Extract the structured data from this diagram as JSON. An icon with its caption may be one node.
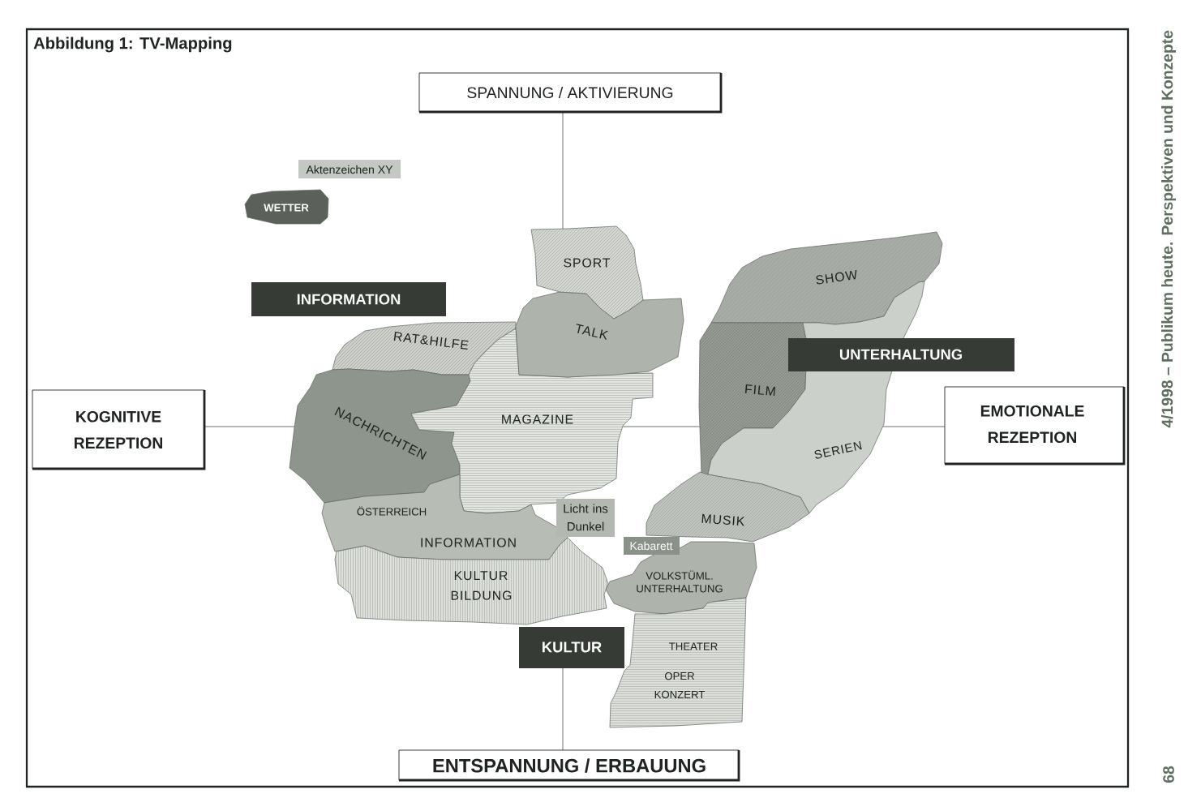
{
  "diagram": {
    "title": "Abbildung 1: TV-Mapping",
    "nodes": [
      {
        "text": [
          "SPANNUNG / AKTIVIERUNG"
        ]
      },
      {
        "text": [
          "Aktenzeichen XY"
        ]
      },
      {
        "text": [
          "WETTER"
        ]
      },
      {
        "text": [
          "SPORT"
        ]
      },
      {
        "text": [
          "SHOW"
        ]
      },
      {
        "text": [
          "INFORMATION"
        ]
      },
      {
        "text": [
          "TALK"
        ]
      },
      {
        "text": [
          "RAT&HILFE"
        ]
      },
      {
        "text": [
          "UNTERHALTUNG"
        ]
      },
      {
        "text": [
          "FILM"
        ]
      },
      {
        "text": [
          "KOGNITIVE REZEPTION"
        ]
      },
      {
        "text": [
          "NACHRICHTEN"
        ]
      },
      {
        "text": [
          "MAGAZINE"
        ]
      },
      {
        "text": [
          "EMOTIONALE REZEPTION"
        ]
      },
      {
        "text": [
          "SERIEN"
        ]
      },
      {
        "text": [
          "ÖSTERREICH",
          "INFORMATION"
        ]
      },
      {
        "text": [
          "Licht ins Dunkel"
        ]
      },
      {
        "text": [
          "MUSIK"
        ]
      },
      {
        "text": [
          "Kabarett"
        ]
      },
      {
        "text": [
          "KULTUR BILDUNG"
        ]
      },
      {
        "text": [
          "VOLKSTÜML. UNTERHALTUNG"
        ]
      },
      {
        "text": [
          "KULTUR"
        ]
      },
      {
        "text": [
          "THEATER",
          "OPER KONZERT"
        ]
      },
      {
        "text": [
          "ENTSPANNUNG / ERBAUUNG"
        ]
      }
    ],
    "labels": [
      "4/1998 – Publikum heute. Perspektiven und Konzepte",
      "68"
    ]
  }
}
